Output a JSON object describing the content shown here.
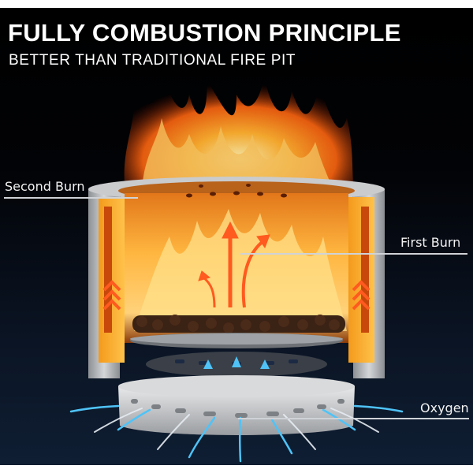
{
  "header": {
    "title": "FULLY COMBUSTION PRINCIPLE",
    "subtitle": "BETTER THAN TRADITIONAL FIRE PIT"
  },
  "callouts": [
    {
      "id": "second-burn",
      "label": "Second Burn"
    },
    {
      "id": "first-burn",
      "label": "First Burn"
    },
    {
      "id": "oxygen",
      "label": "Oxygen"
    }
  ],
  "colors": {
    "background_top": "#000000",
    "background_bottom": "#0f1e33",
    "flame": "#ff8a1a",
    "arrow": "#ff5a1f",
    "steel": "#b9bcbf",
    "airflow": "#4fc3f7",
    "text": "#ffffff"
  }
}
